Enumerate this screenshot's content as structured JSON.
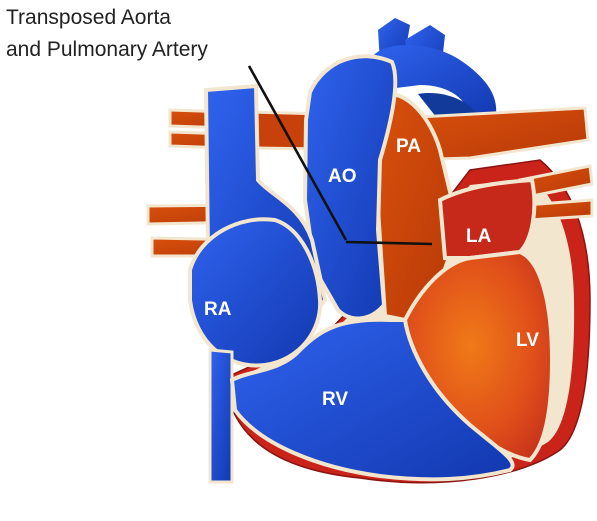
{
  "caption": {
    "line1": "Transposed Aorta",
    "line2": "and Pulmonary Artery"
  },
  "labels": {
    "ao": "AO",
    "pa": "PA",
    "la": "LA",
    "ra": "RA",
    "lv": "LV",
    "rv": "RV"
  },
  "colors": {
    "deoxygenated_blue": "#1f4fd6",
    "oxygenated_orange": "#e05a10",
    "left_ventricle_red": "#d8401a",
    "outline_cream": "#f3e6cf",
    "pointer_line": "#111111"
  }
}
